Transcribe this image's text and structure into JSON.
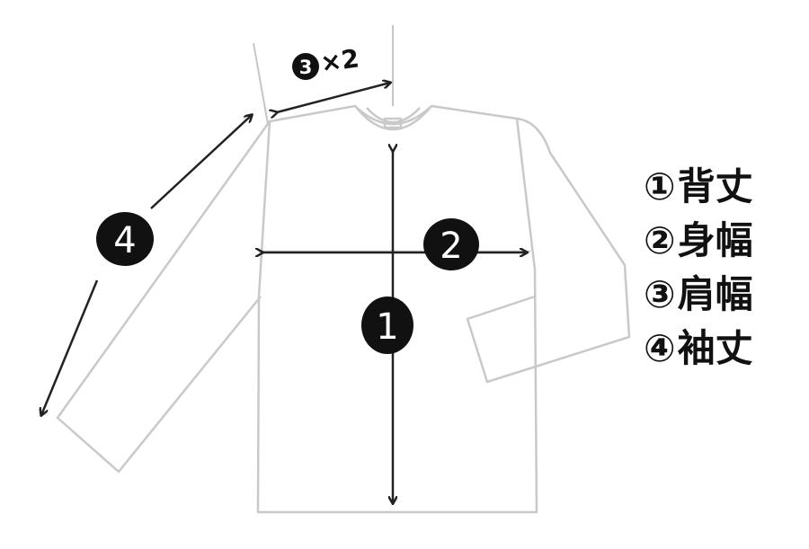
{
  "markers": {
    "m1": "1",
    "m2": "2",
    "m3": "3",
    "m4": "4",
    "shoulder_multiplier": "×2"
  },
  "legend": [
    {
      "marker": "①",
      "label": "背丈"
    },
    {
      "marker": "②",
      "label": "身幅"
    },
    {
      "marker": "③",
      "label": "肩幅"
    },
    {
      "marker": "④",
      "label": "袖丈"
    }
  ]
}
